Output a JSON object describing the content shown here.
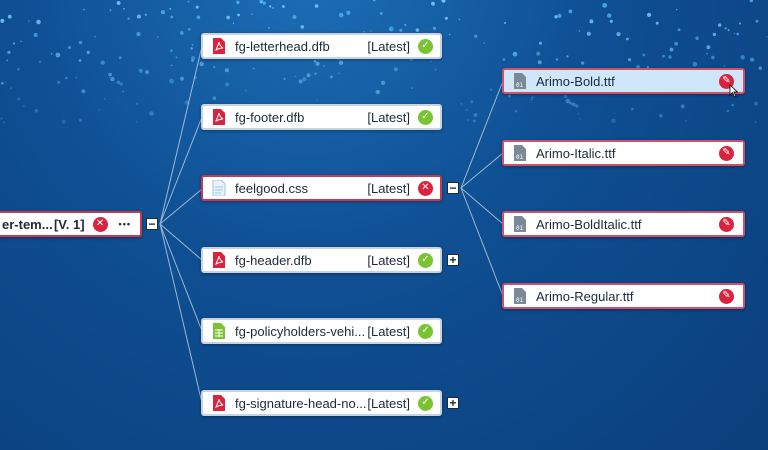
{
  "root": {
    "name": "er-tem...",
    "version": "[V. 1]",
    "more": "•••",
    "status": "error"
  },
  "children": [
    {
      "name": "fg-letterhead.dfb",
      "version": "[Latest]",
      "type": "dfb",
      "status": "ok"
    },
    {
      "name": "fg-footer.dfb",
      "version": "[Latest]",
      "type": "dfb",
      "status": "ok"
    },
    {
      "name": "feelgood.css",
      "version": "[Latest]",
      "type": "css",
      "status": "error"
    },
    {
      "name": "fg-header.dfb",
      "version": "[Latest]",
      "type": "dfb",
      "status": "ok"
    },
    {
      "name": "fg-policyholders-vehi...",
      "version": "[Latest]",
      "type": "sheet",
      "status": "ok"
    },
    {
      "name": "fg-signature-head-no...",
      "version": "[Latest]",
      "type": "dfb",
      "status": "ok"
    }
  ],
  "fonts": [
    {
      "name": "Arimo-Bold.ttf",
      "selected": true
    },
    {
      "name": "Arimo-Italic.ttf",
      "selected": false
    },
    {
      "name": "Arimo-BoldItalic.ttf",
      "selected": false
    },
    {
      "name": "Arimo-Regular.ttf",
      "selected": false
    }
  ],
  "toggles": {
    "collapse": "−",
    "expand": "+"
  },
  "colors": {
    "ok": "#7ac433",
    "error": "#d9233f",
    "pdf_icon": "#d9233f",
    "sheet_icon": "#7ac433",
    "css_icon": "#9fc6e4",
    "font_icon": "#7a8a99"
  }
}
